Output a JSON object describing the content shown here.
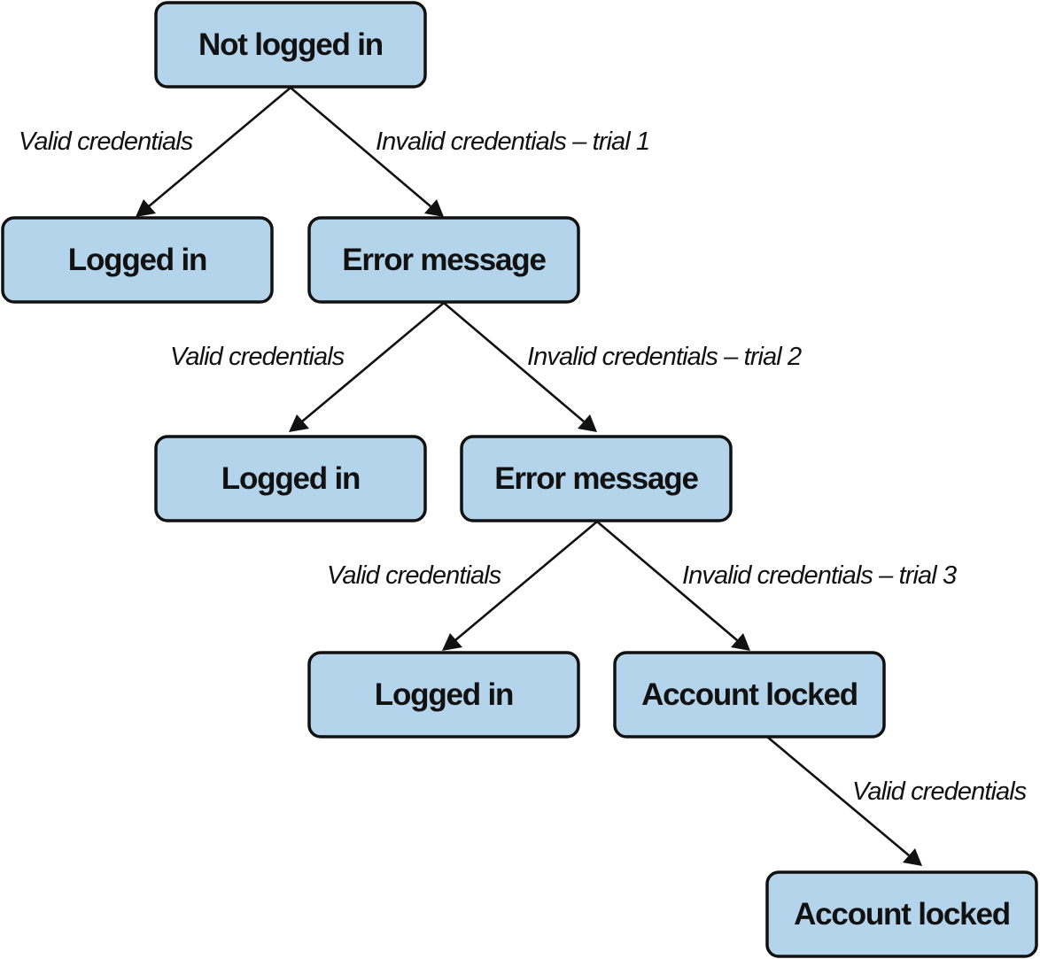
{
  "diagram": {
    "nodes": {
      "n_root": "Not logged in",
      "n_login1": "Logged in",
      "n_error1": "Error message",
      "n_login2": "Logged in",
      "n_error2": "Error message",
      "n_login3": "Logged in",
      "n_locked1": "Account locked",
      "n_locked2": "Account locked"
    },
    "edges": {
      "e1": "Valid credentials",
      "e2": "Invalid credentials – trial 1",
      "e3": "Valid credentials",
      "e4": "Invalid credentials – trial 2",
      "e5": "Valid credentials",
      "e6": "Invalid credentials – trial 3",
      "e7": "Valid credentials"
    },
    "colors": {
      "node_fill": "#b3d4ea",
      "stroke": "#111111"
    }
  }
}
